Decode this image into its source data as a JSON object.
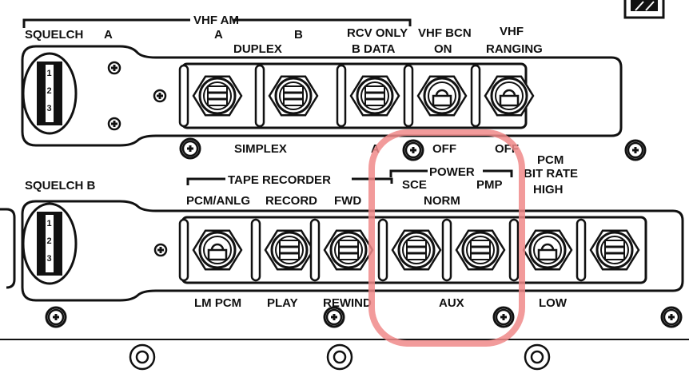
{
  "title_vhf_am": "VHF AM",
  "labels": {
    "squelch_a": "SQUELCH",
    "squelch_a_letter": "A",
    "vhf_a": "A",
    "vhf_b": "B",
    "duplex": "DUPLEX",
    "rcv_only": "RCV ONLY",
    "b_data": "B DATA",
    "vhf_bcn": "VHF BCN",
    "on": "ON",
    "vhf": "VHF",
    "ranging": "RANGING",
    "simplex": "SIMPLEX",
    "a_lower": "A",
    "off1": "OFF",
    "off2": "OFF",
    "pcm": "PCM",
    "bit_rate": "BIT RATE",
    "high": "HIGH",
    "squelch_b": "SQUELCH B",
    "tape_recorder": "TAPE RECORDER",
    "pcm_anlg": "PCM/ANLG",
    "record": "RECORD",
    "fwd": "FWD",
    "power": "POWER",
    "sce": "SCE",
    "pmp": "PMP",
    "norm": "NORM",
    "lm_pcm": "LM PCM",
    "play": "PLAY",
    "rewind": "REWIND",
    "aux": "AUX",
    "low": "LOW"
  },
  "thumbwheel": [
    "1",
    "2",
    "3"
  ],
  "highlight_color": "#f08a8a"
}
